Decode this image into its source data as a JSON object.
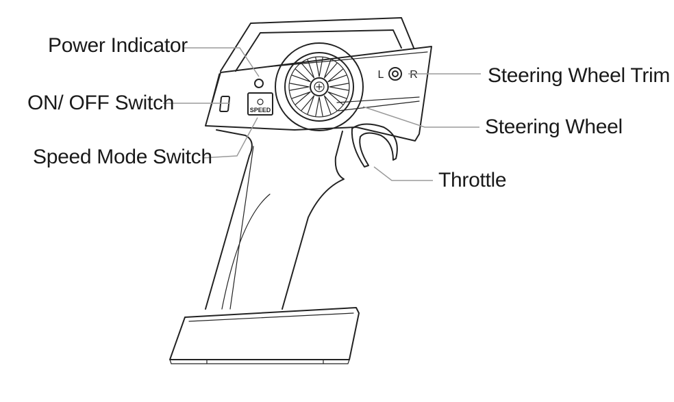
{
  "labels": {
    "power_indicator": "Power Indicator",
    "on_off_switch": "ON/ OFF Switch",
    "speed_mode_switch": "Speed Mode Switch",
    "steering_wheel_trim": "Steering Wheel Trim",
    "steering_wheel": "Steering Wheel",
    "throttle": "Throttle"
  },
  "device": {
    "speed_button_text": "SPEED",
    "trim_left": "L",
    "trim_right": "R"
  },
  "colors": {
    "outline": "#222222",
    "leader_line": "#9a9a9a",
    "background": "#ffffff"
  }
}
